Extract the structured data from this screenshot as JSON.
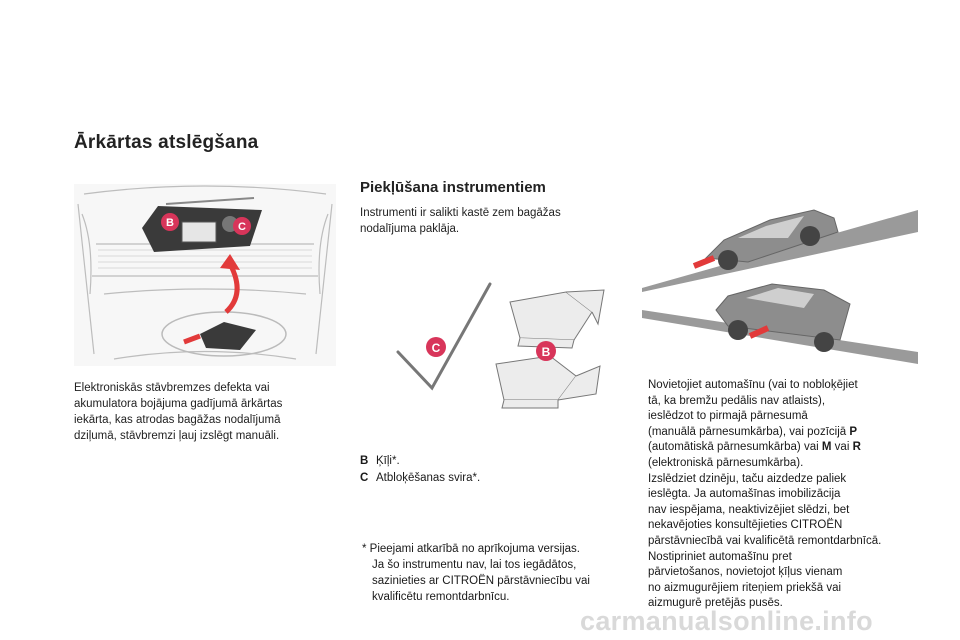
{
  "page_title": "Ārkārtas atslēgšana",
  "left_text": "Elektroniskās stāvbremzes defekta vai akumulatora bojājuma gadījumā ārkārtas iekārta, kas atrodas bagāžas nodalījumā dziļumā, stāvbremzi ļauj izslēgt manuāli.",
  "section": {
    "title": "Piekļūšana instrumentiem",
    "intro": "Instrumenti ir salikti kastē zem bagāžas nodalījuma paklāja."
  },
  "legend": [
    {
      "key": "B",
      "text": "Ķīļi*."
    },
    {
      "key": "C",
      "text": "Atbloķēšanas svira*."
    }
  ],
  "photo_labels": {
    "b": "B",
    "c": "C"
  },
  "tools_labels": {
    "c": "C",
    "b": "B"
  },
  "footnote": {
    "line1": "* Pieejami atkarībā no aprīkojuma versijas.",
    "line2": "Ja šo instrumentu nav, lai tos iegādātos,",
    "line3": "sazinieties ar CITROËN pārstāvniecību vai",
    "line4": "kvalificētu remontdarbnīcu."
  },
  "steps": {
    "bullet": "",
    "s1": {
      "l1": "Novietojiet automašīnu (vai to nobloķējiet",
      "l2": "tā, ka bremžu pedālis nav atlaists),",
      "l3": "ieslēdzot to pirmajā pārnesumā",
      "l4a": "(manuālā pārnesumkārba), vai pozīcijā",
      "l4b": "P",
      "l5a": "(automātiskā pārnesumkārba) vai",
      "l5b": "M",
      "l5c": "vai",
      "l5d": "R",
      "l6": "(elektroniskā pārnesumkārba)."
    },
    "s2": {
      "l1": "Izslēdziet dzinēju, taču aizdedze paliek",
      "l2": "ieslēgta. Ja automašīnas imobilizācija",
      "l3": "nav iespējama, neaktivizējiet slēdzi, bet",
      "l4": "nekavējoties konsultējieties CITROËN",
      "l5": "pārstāvniecībā vai kvalificētā remontdarbnīcā."
    },
    "s3": {
      "l1": "Nostipriniet automašīnu pret",
      "l2": "pārvietošanos, novietojot ķīļus vienam",
      "l3": "no aizmugurējiem riteņiem priekšā vai",
      "l4": "aizmugurē pretējās pusēs."
    }
  },
  "watermark": "carmanualsonline.info",
  "colors": {
    "accent_red": "#e23a3a",
    "label_bg": "#d8355a",
    "ramp_gray": "#9a9a9a"
  }
}
